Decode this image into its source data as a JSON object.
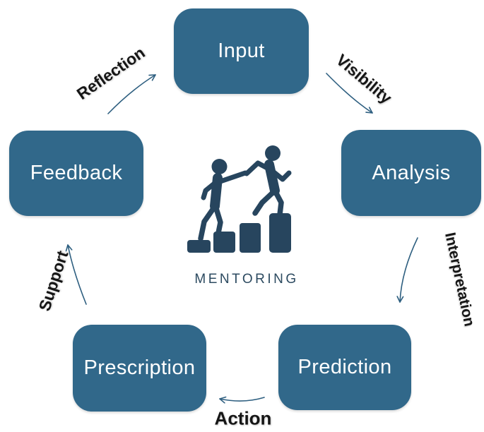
{
  "diagram": {
    "title": "Mentoring cycle diagram",
    "nodes": [
      {
        "id": "input",
        "label": "Input"
      },
      {
        "id": "analysis",
        "label": "Analysis"
      },
      {
        "id": "prediction",
        "label": "Prediction"
      },
      {
        "id": "prescription",
        "label": "Prescription"
      },
      {
        "id": "feedback",
        "label": "Feedback"
      }
    ],
    "edges": [
      {
        "from": "Input",
        "to": "Analysis",
        "label": "Visibility"
      },
      {
        "from": "Analysis",
        "to": "Prediction",
        "label": "Interpretation"
      },
      {
        "from": "Prediction",
        "to": "Prescription",
        "label": "Action"
      },
      {
        "from": "Prescription",
        "to": "Feedback",
        "label": "Support"
      },
      {
        "from": "Feedback",
        "to": "Input",
        "label": "Reflection"
      }
    ],
    "center_icon": {
      "name": "mentoring-figures-climbing-bars-icon",
      "caption": "MENTORING"
    },
    "colors": {
      "background": "#ffffff",
      "node_fill": "#31688a",
      "node_text": "#ffffff",
      "arrow": "#2e5f80",
      "edge_label_text": "#161616",
      "icon": "#27455e",
      "caption_text": "#2c4a60"
    }
  }
}
